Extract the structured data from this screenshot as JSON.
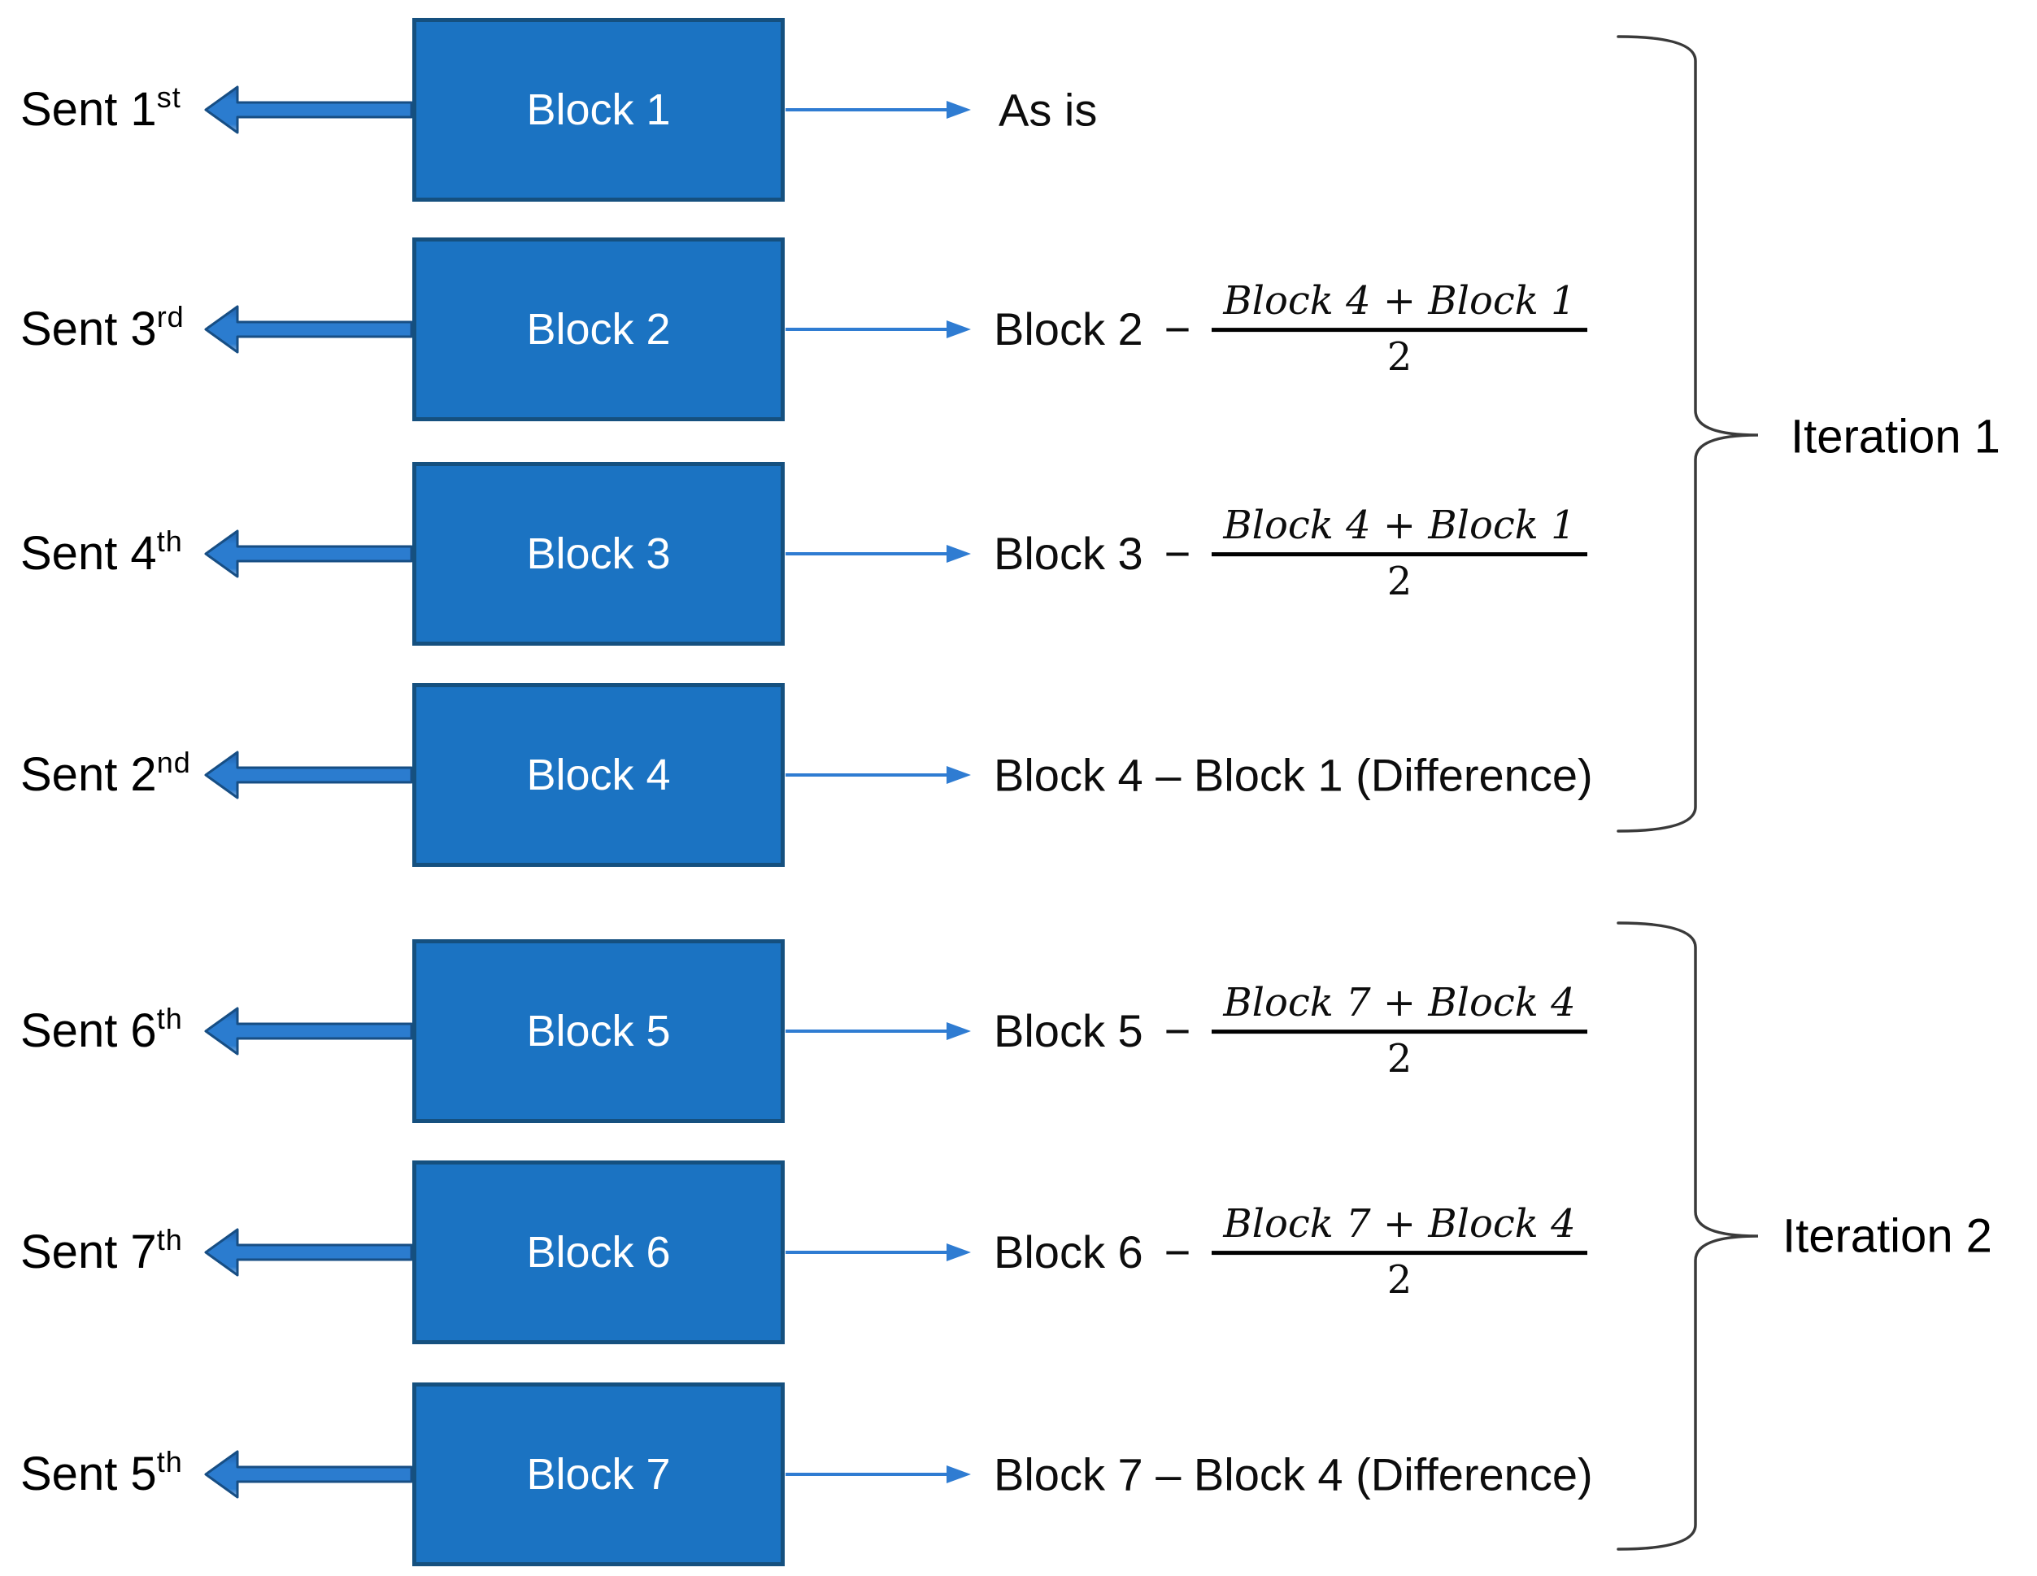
{
  "page": {
    "background": "#ffffff"
  },
  "colors": {
    "block_fill": "#1b73c2",
    "block_border": "#15507f",
    "block_text": "#ffffff",
    "thick_arrow_fill": "#2b7ccf",
    "thick_arrow_border": "#174e84",
    "thin_arrow": "#2f7cd2",
    "brace_stroke": "#3a3a3a",
    "text": "#000000"
  },
  "rows": [
    {
      "sent": "Sent 1",
      "sent_sup": "st",
      "block": "Block 1",
      "output": "As is"
    },
    {
      "sent": "Sent 3",
      "sent_sup": "rd",
      "block": "Block 2",
      "minuend": "Block 2",
      "minus": "−",
      "numerator": "Block 4 + Block 1",
      "denominator": "2"
    },
    {
      "sent": "Sent 4",
      "sent_sup": "th",
      "block": "Block 3",
      "minuend": "Block 3",
      "minus": "−",
      "numerator": "Block 4 + Block 1",
      "denominator": "2"
    },
    {
      "sent": "Sent 2",
      "sent_sup": "nd",
      "block": "Block 4",
      "output": "Block 4 – Block 1 (Difference)"
    },
    {
      "sent": "Sent 6",
      "sent_sup": "th",
      "block": "Block 5",
      "minuend": "Block 5",
      "minus": "−",
      "numerator": "Block 7 + Block 4",
      "denominator": "2"
    },
    {
      "sent": "Sent 7",
      "sent_sup": "th",
      "block": "Block 6",
      "minuend": "Block 6",
      "minus": "−",
      "numerator": "Block 7 + Block 4",
      "denominator": "2"
    },
    {
      "sent": "Sent 5",
      "sent_sup": "th",
      "block": "Block 7",
      "output": "Block 7 – Block 4 (Difference)"
    }
  ],
  "groups": [
    {
      "label": "Iteration 1"
    },
    {
      "label": "Iteration 2"
    }
  ]
}
